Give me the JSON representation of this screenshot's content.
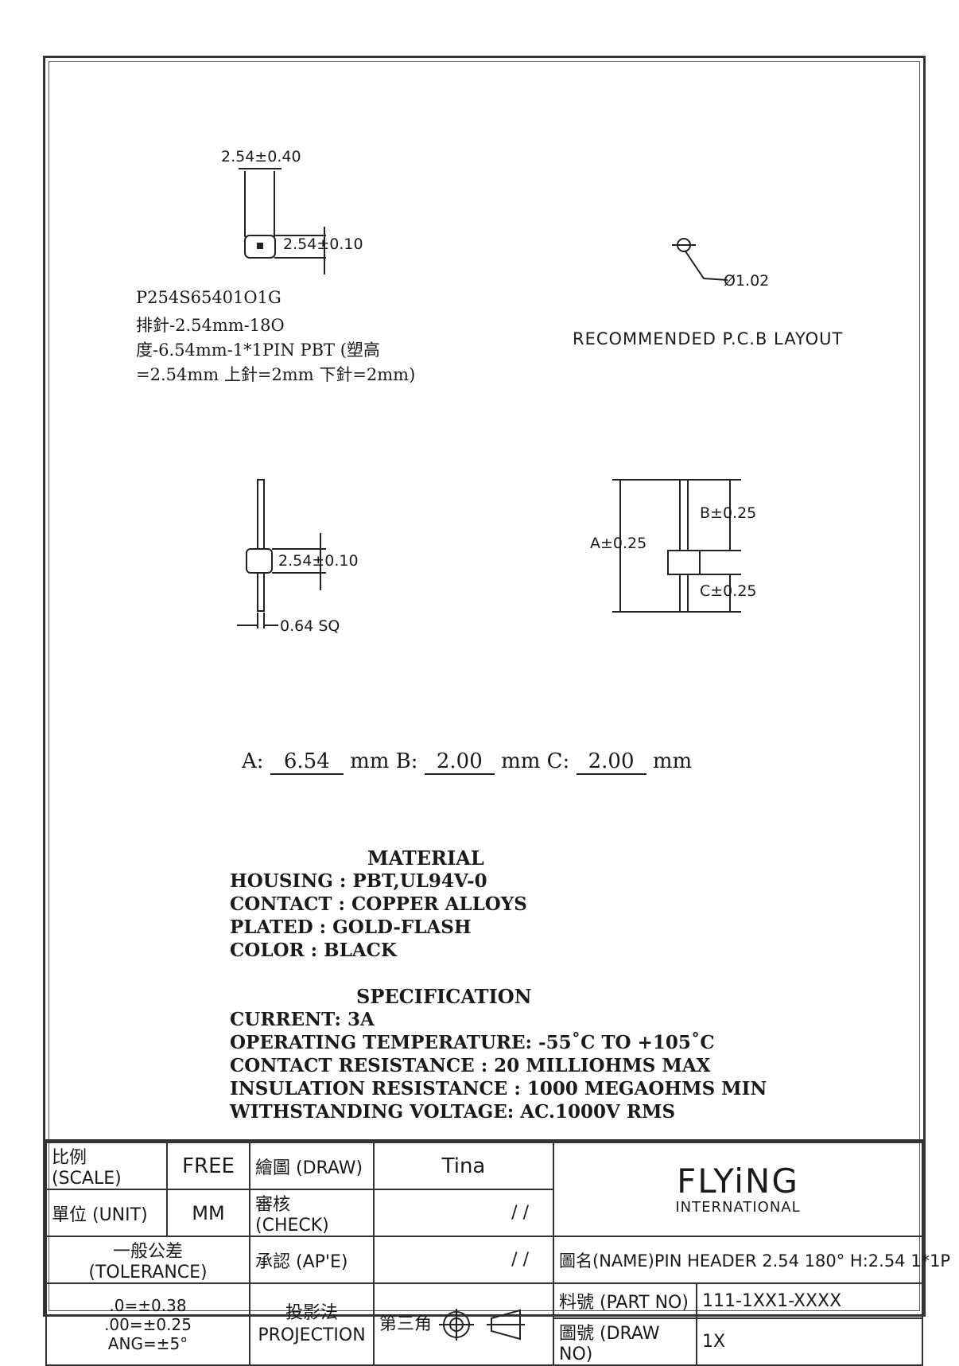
{
  "top_dims": {
    "pitch_tol": "2.54±0.40",
    "housing_tol": "2.54±0.10"
  },
  "part_desc": {
    "line1": "P254S65401O1G",
    "line2": "排針-2.54mm-18O",
    "line3": "度-6.54mm-1*1PIN PBT (塑高",
    "line4": "=2.54mm  上針=2mm  下針=2mm)"
  },
  "pcb": {
    "hole_dia": "Ø1.02",
    "caption": "RECOMMENDED P.C.B LAYOUT"
  },
  "side_view": {
    "housing_tol": "2.54±0.10",
    "pin_size": "0.64 SQ"
  },
  "right_view": {
    "a_label": "A±0.25",
    "b_label": "B±0.25",
    "c_label": "C±0.25"
  },
  "abc": {
    "a_prefix": "A:",
    "a_value": "6.54",
    "a_unit": "mm",
    "b_prefix": "B:",
    "b_value": "2.00",
    "b_unit": "mm",
    "c_prefix": "C:",
    "c_value": "2.00",
    "c_unit": "mm"
  },
  "material": {
    "title": "MATERIAL",
    "housing": "HOUSING  :  PBT,UL94V-0",
    "contact": "CONTACT :  COPPER ALLOYS",
    "plated": "PLATED : GOLD-FLASH",
    "color": "COLOR : BLACK"
  },
  "specification": {
    "title": "SPECIFICATION",
    "current": "CURRENT: 3A",
    "temp": "OPERATING TEMPERATURE:  -55˚C  TO +105˚C",
    "contact_res": "CONTACT RESISTANCE : 20 MILLIOHMS MAX",
    "insulation": "INSULATION RESISTANCE : 1000 MEGAOHMS MIN",
    "voltage": "WITHSTANDING VOLTAGE:  AC.1000V RMS"
  },
  "title_block": {
    "scale_label": "比例 (SCALE)",
    "scale_value": "FREE",
    "draw_label": "繪圖 (DRAW)",
    "draw_value": "Tina",
    "unit_label": "單位 (UNIT)",
    "unit_value": "MM",
    "check_label": "審核 (CHECK)",
    "check_value": "/  /",
    "tolerance_label": "一般公差 (TOLERANCE)",
    "ape_label": "承認 (AP'E)",
    "ape_value": "/  /",
    "name_label": "圖名(NAME)PIN HEADER 2.54 180° H:2.54 1*1P",
    "tol1": ".0=±0.38",
    "tol2": ".00=±0.25",
    "tol3": "ANG=±5°",
    "projection_cn": "投影法",
    "projection_en": "PROJECTION",
    "third_angle": "第三角",
    "part_no_label": "料號 (PART NO)",
    "part_no_value": "111-1XX1-XXXX",
    "draw_no_label": "圖號 (DRAW NO)",
    "draw_no_value": "1X",
    "logo_main": "FLYiNG",
    "logo_sub": "INTERNATIONAL"
  }
}
